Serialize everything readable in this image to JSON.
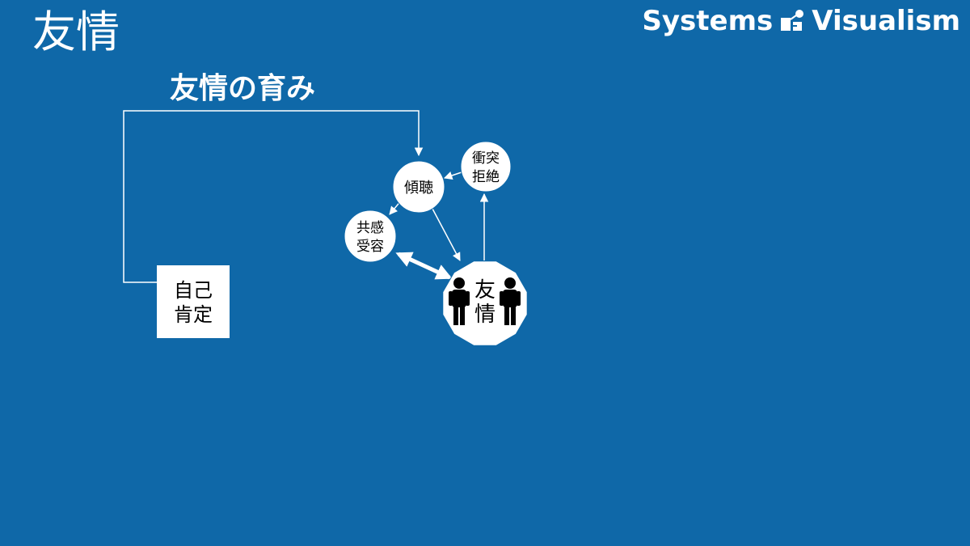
{
  "page": {
    "title": "友情"
  },
  "brand": {
    "name_left": "Systems",
    "name_right": "Visualism",
    "logo_icon": "systems-visualism-logo-icon"
  },
  "diagram": {
    "subtitle": "友情の育み",
    "nodes": {
      "self_affirmation": {
        "line1": "自己",
        "line2": "肯定"
      },
      "listening": {
        "label": "傾聴"
      },
      "conflict": {
        "line1": "衝突",
        "line2": "拒絶"
      },
      "empathy": {
        "line1": "共感",
        "line2": "受容"
      },
      "friendship": {
        "line1": "友",
        "line2": "情",
        "icon": "two-people-icon"
      }
    }
  },
  "colors": {
    "background": "#0f68a8",
    "foreground": "#ffffff",
    "text_dark": "#000000"
  }
}
